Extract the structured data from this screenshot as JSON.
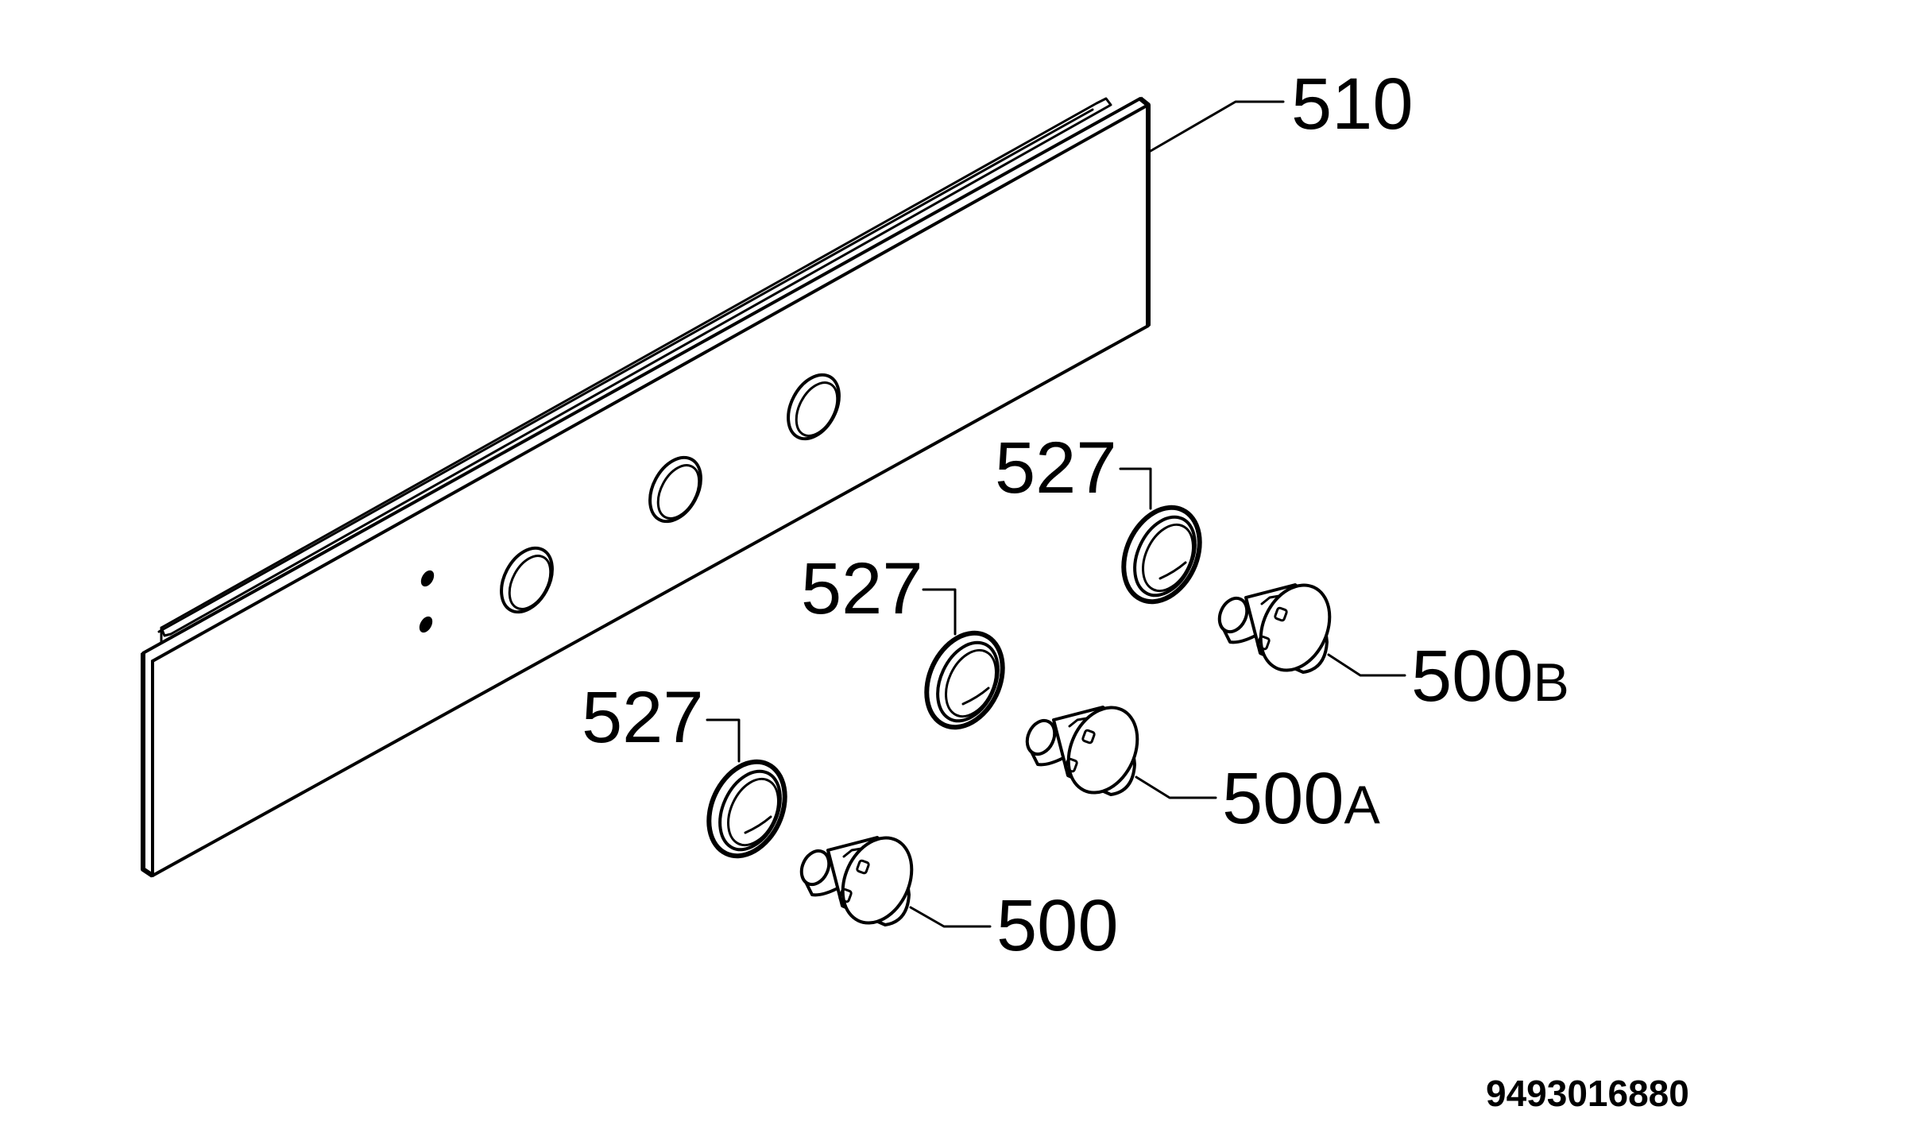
{
  "labels": {
    "panel": "510",
    "ring_top": "527",
    "ring_middle": "527",
    "ring_bottom": "527",
    "knob_b": "500",
    "knob_b_suffix": "B",
    "knob_a": "500",
    "knob_a_suffix": "A",
    "knob": "500"
  },
  "document_number": "9493016880",
  "colors": {
    "line": "#000000",
    "background": "#ffffff"
  }
}
